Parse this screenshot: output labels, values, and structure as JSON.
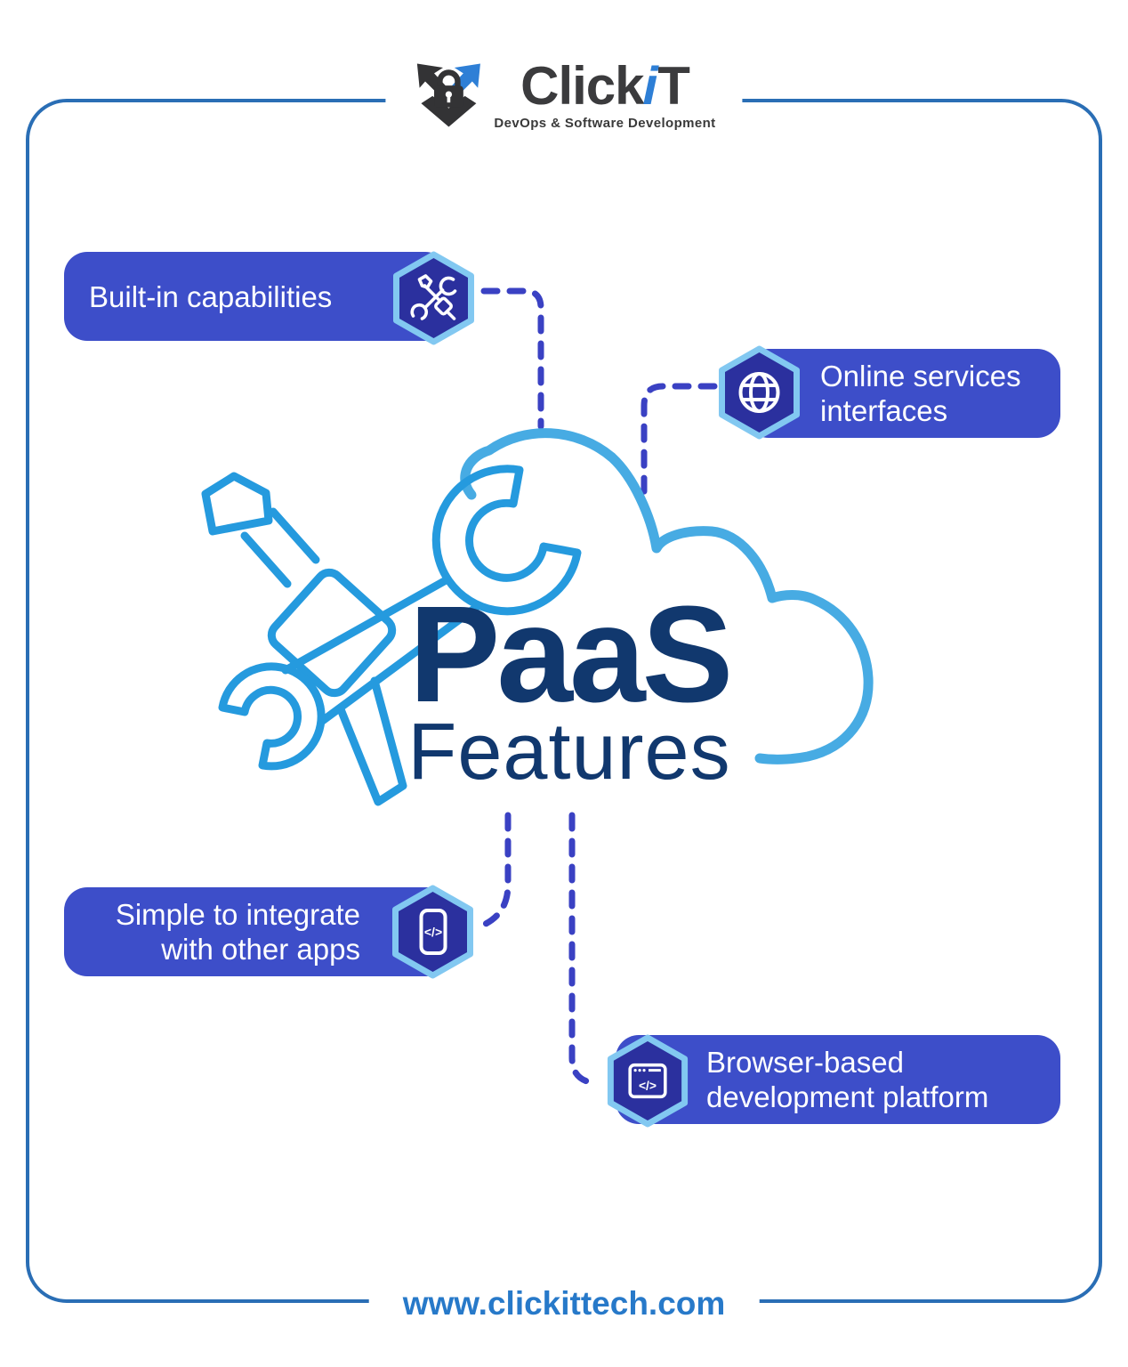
{
  "header": {
    "brand": {
      "prefix": "Click",
      "accent": "i",
      "suffix": "T"
    },
    "tagline": "DevOps & Software Development"
  },
  "center": {
    "title": "PaaS",
    "subtitle": "Features"
  },
  "features": [
    {
      "icon": "tools-icon",
      "lines": [
        "Built-in capabilities"
      ]
    },
    {
      "icon": "globe-icon",
      "lines": [
        "Online services",
        "interfaces"
      ]
    },
    {
      "icon": "mobile-code-icon",
      "lines": [
        "Simple to integrate",
        "with other apps"
      ]
    },
    {
      "icon": "browser-code-icon",
      "lines": [
        "Browser-based",
        "development platform"
      ]
    }
  ],
  "icons": {
    "code_glyph": "</>"
  },
  "footer": {
    "website": "www.clickittech.com"
  },
  "colors": {
    "frame_border": "#2a6eb5",
    "pill_background": "#3d4ec9",
    "hexagon_fill": "#2b309e",
    "hexagon_border": "#82c8f1",
    "connector": "#3a41c3",
    "cloud_stroke": "#47abe3",
    "tools_stroke": "#259ade",
    "title_navy": "#11386e",
    "logo_dark": "#3b3b3d",
    "logo_blue": "#2e7fd6",
    "website_blue": "#2779c9"
  }
}
